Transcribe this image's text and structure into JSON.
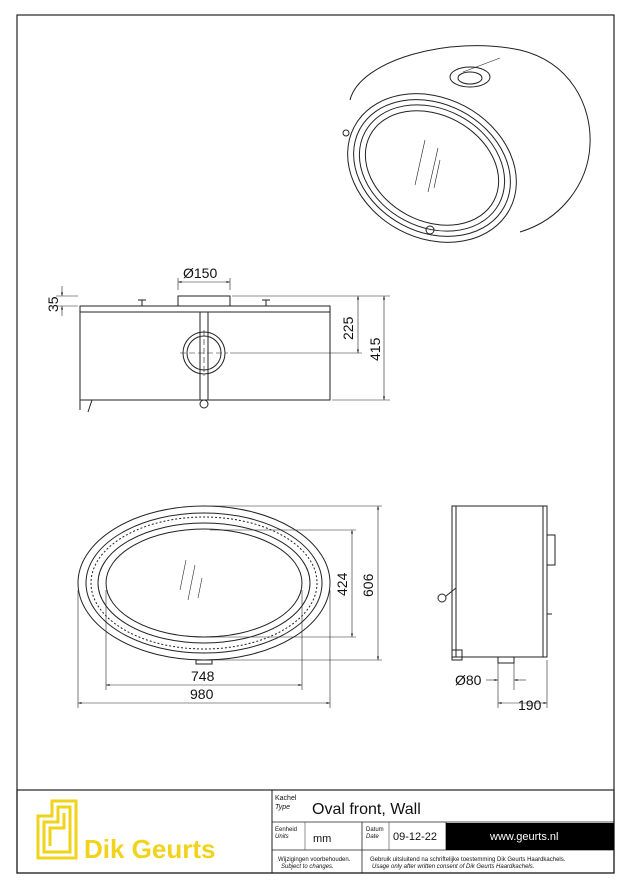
{
  "dimensions": {
    "flue_diameter": "Ø150",
    "top_height": "35",
    "flue_center_height": "225",
    "total_height": "415",
    "glass_height": "424",
    "front_height": "606",
    "glass_width": "748",
    "front_width": "980",
    "bottom_connection": "Ø80",
    "depth": "190"
  },
  "title_block": {
    "type_label": "Kachel",
    "type_label_en": "Type",
    "title": "Oval front, Wall",
    "unit_label": "Eenheid",
    "unit_label_en": "Units",
    "unit_value": "mm",
    "date_label": "Datum",
    "date_label_en": "Date",
    "date_value": "09-12-22",
    "url": "www.geurts.nl",
    "notice_nl": "Wijzigingen voorbehouden.",
    "notice_en": "Subject to changes.",
    "usage_nl": "Gebruik uitsluitend na schriftelijke toestemming Dik Geurts Haardkachels.",
    "usage_en": "Usage only after written consent of Dik Geurts Haardkachels.",
    "brand": "Dik Geurts"
  },
  "colors": {
    "logo_yellow": "#f2d31b",
    "url_bar": "#000000"
  }
}
